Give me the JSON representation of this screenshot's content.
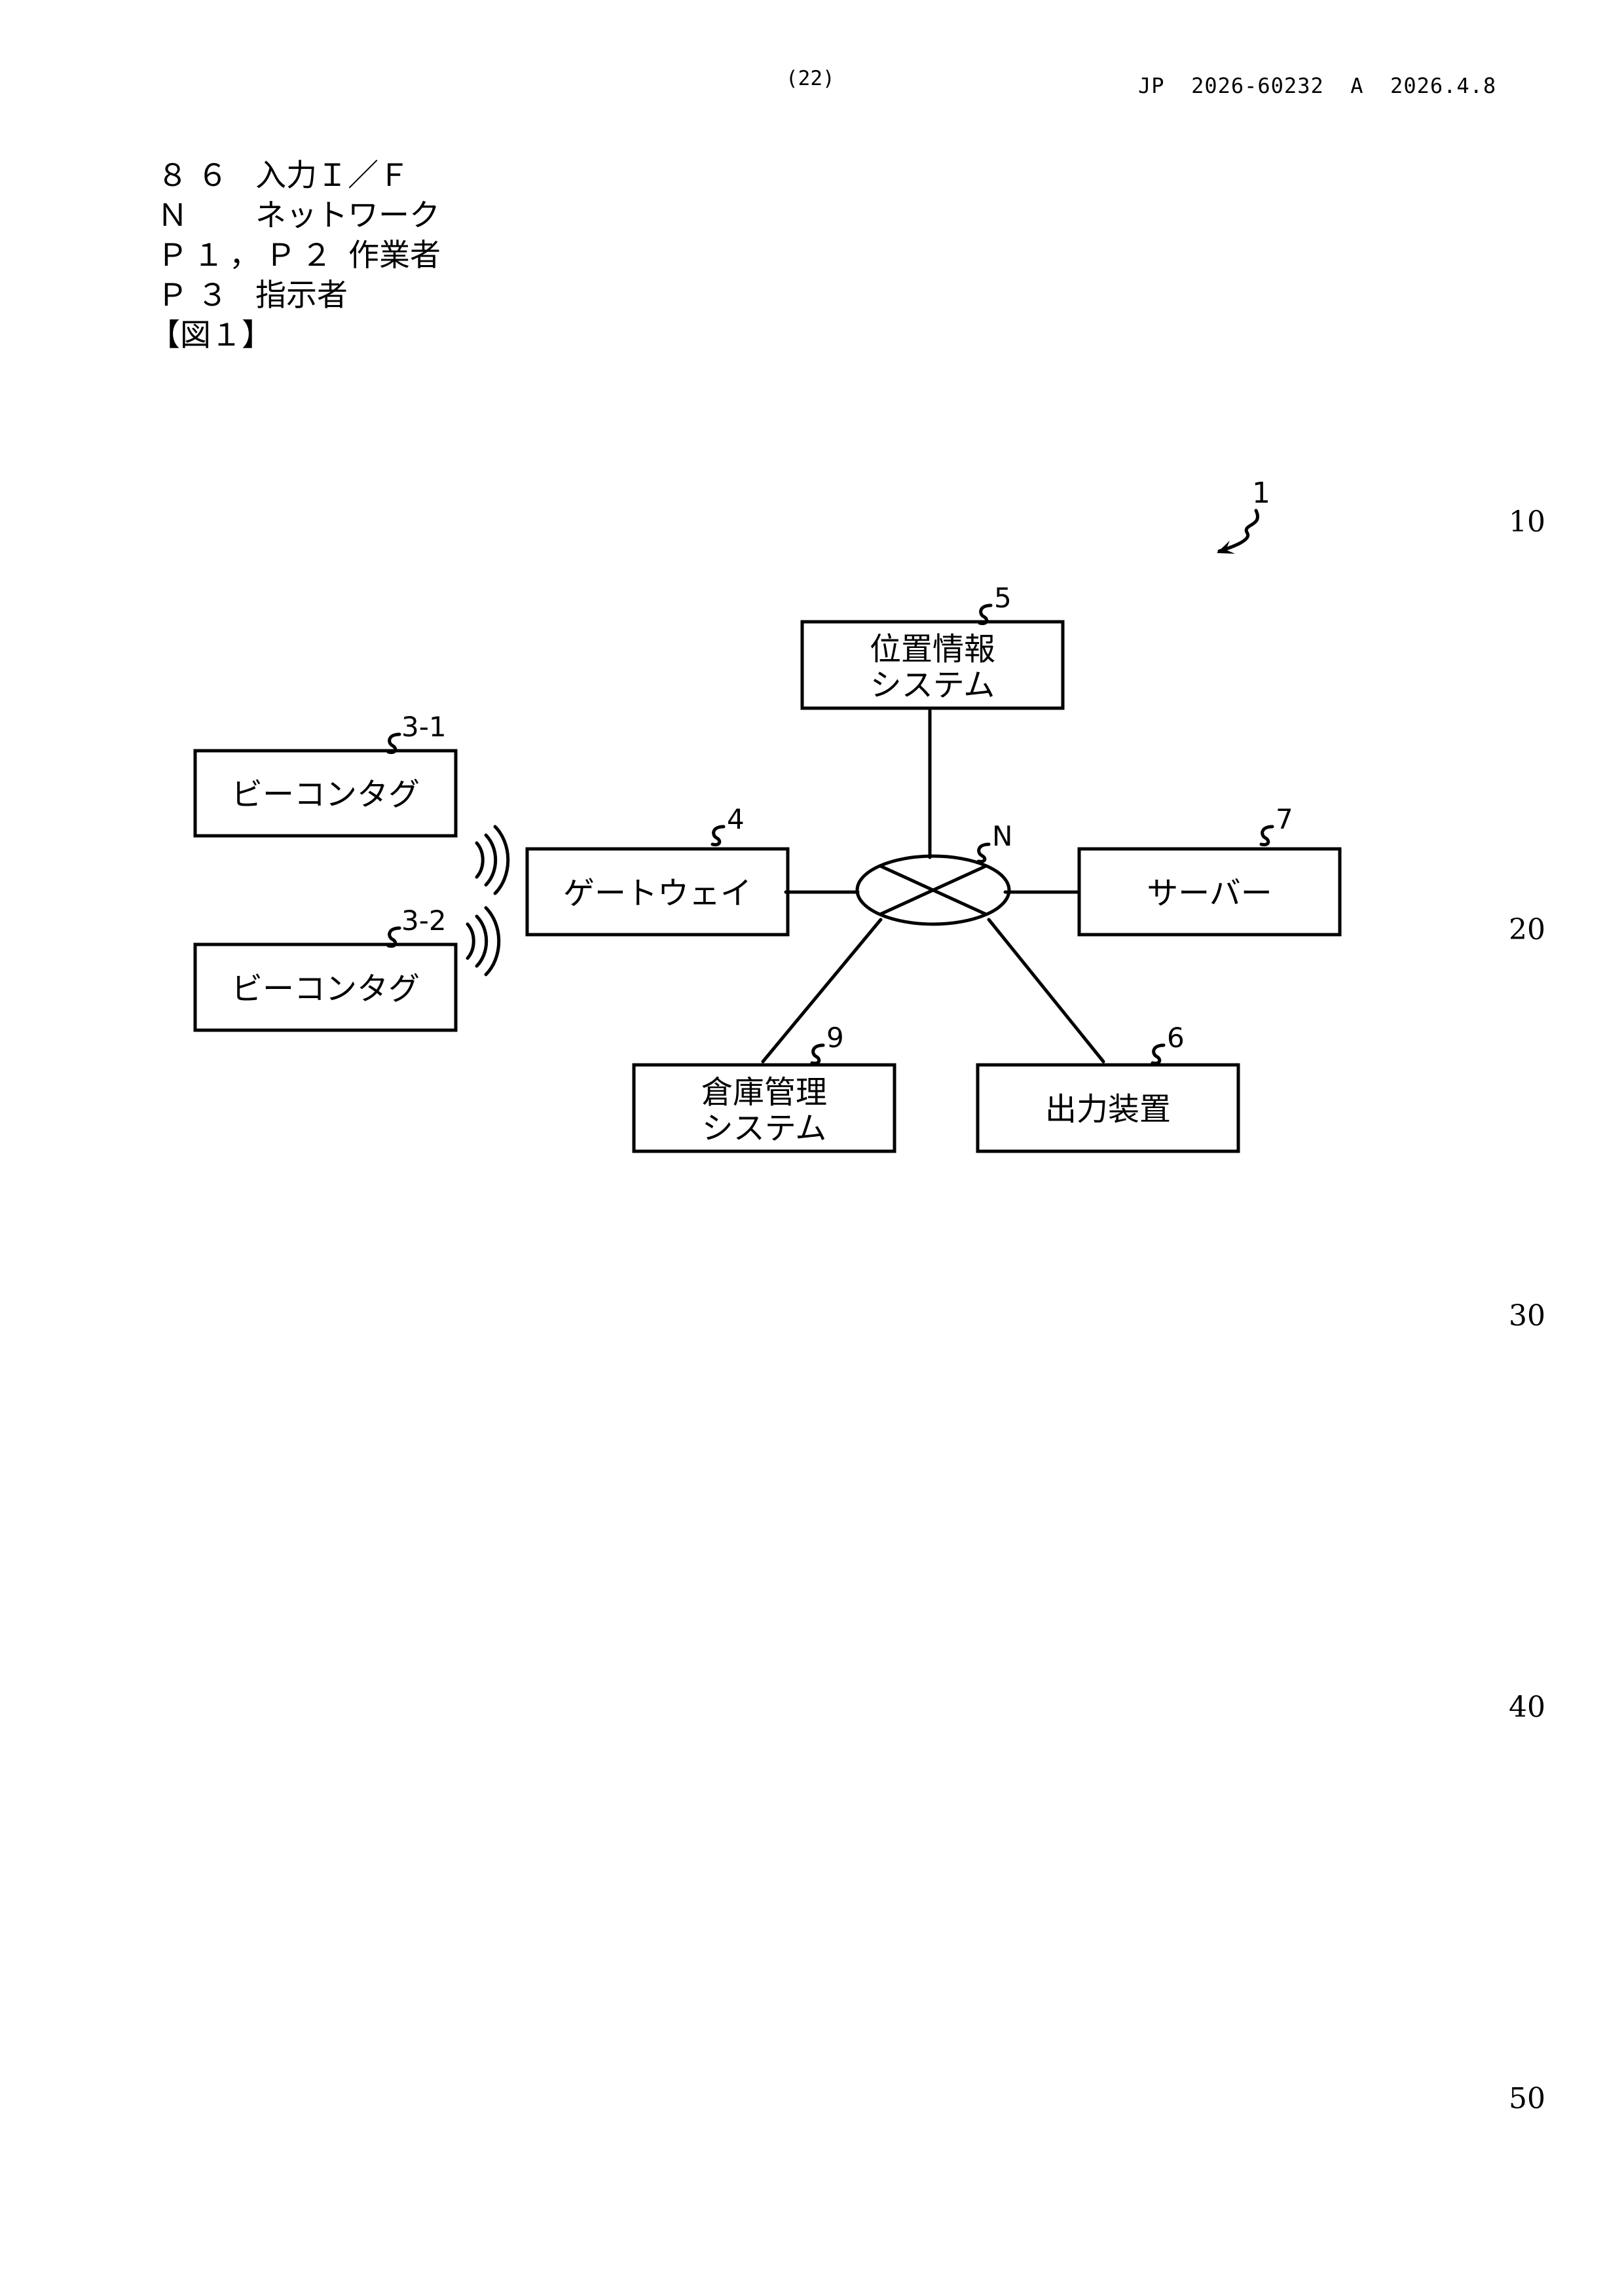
{
  "header": {
    "page_number": "(22)",
    "publication": "JP  2026-60232  A  2026.4.8"
  },
  "legend": [
    {
      "symbol": "８６",
      "description": "入力Ｉ／Ｆ"
    },
    {
      "symbol": "Ｎ",
      "description": "ネットワーク"
    },
    {
      "symbol": "Ｐ１，Ｐ２",
      "description": "作業者"
    },
    {
      "symbol": "Ｐ３",
      "description": "指示者"
    }
  ],
  "figure_label": "【図１】",
  "line_numbers": [
    "10",
    "20",
    "30",
    "40",
    "50"
  ],
  "diagram": {
    "system_ref": "1",
    "network_ref": "N",
    "nodes": {
      "location_system": {
        "ref": "5",
        "line1": "位置情報",
        "line2": "システム"
      },
      "beacon_tag_1": {
        "ref": "3-1",
        "label": "ビーコンタグ"
      },
      "beacon_tag_2": {
        "ref": "3-2",
        "label": "ビーコンタグ"
      },
      "gateway": {
        "ref": "4",
        "label": "ゲートウェイ"
      },
      "server": {
        "ref": "7",
        "label": "サーバー"
      },
      "warehouse_system": {
        "ref": "9",
        "line1": "倉庫管理",
        "line2": "システム"
      },
      "output_device": {
        "ref": "6",
        "label": "出力装置"
      }
    }
  }
}
